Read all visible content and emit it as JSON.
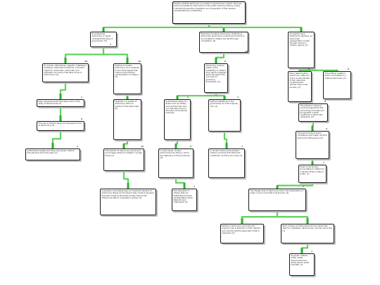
{
  "colors": {
    "edge": "#5fd35f",
    "edge_dark": "#2fae2f",
    "node_border": "#1a1a1a"
  },
  "nodes": [
    {
      "id": "n0",
      "text": "Modern political democracy is a system of governance in which rulers are held accountable for their actions in the public realm by citizens, acting indirectly through the competition and cooperation of their elected representatives. [constitution]"
    },
    {
      "id": "n1",
      "text": "To analyze the democracy, it needs considered the type of government. [3]"
    },
    {
      "id": "n2",
      "text": "Elements of political democracy: [defined] as democratic governance in which government is accountable to citizens and held through competition.  [5]"
    },
    {
      "id": "n3",
      "text": "All regimes have features for elections, so democratic representation is held through rules and citizens' agency. [1]"
    },
    {
      "id": "n4",
      "text": "To include, authoritarian, despotic, totalitarian, dictatorial, absolutist, traditional, monarchic, oligarchic, plutocratic, aristocratic and sultanistic are some of the other forms of democracy's (4)"
    },
    {
      "id": "n5",
      "text": "Citizens of modern democracy are considered to be critical agents that influence the political representation of citizens. [2]"
    },
    {
      "id": "n6",
      "text": "Democracy must be based on the treatability of citizens, they need to disagree about the best forms and rules for governing themselves. [4]"
    },
    {
      "id": "n7",
      "text": "Policy determination: democracy, state and policy is subordinated to the rulers that constitute their elected rulers in the process. [3]"
    },
    {
      "id": "n8",
      "text": "This political 'question' that is controllable in a political democracy. [1]"
    },
    {
      "id": "n9",
      "text": "Many opposing points have been done or the study of democracies (2)"
    },
    {
      "id": "n10",
      "text": "Disparity in a system of democracy that is in practice of the democratic [3]"
    },
    {
      "id": "n11",
      "text": "Authoritarian types of ? Rulers such as military, such as theocratic and so it has been done on the basis of procedures being [4]"
    },
    {
      "id": "n12",
      "text": "Political institutions or the government as of the majority rule. (4)"
    },
    {
      "id": "n13",
      "text": "The role of political ideas and ideological forms of democracy. [3]"
    },
    {
      "id": "n14",
      "text": "The abstract content of social arrangements that are binding of society and be specified in what constitutes a democratic citizenship. [2]"
    },
    {
      "id": "n15",
      "text": "The best of political power, competence and reason and the democracy that governs (2)"
    },
    {
      "id": "n16",
      "text": "Authoritarian leaders are those who govern without free elections and hold power (2)"
    },
    {
      "id": "n17",
      "text": "The freedom of democracy should and encourages citizens to debate in society freely. [2]"
    },
    {
      "id": "n18",
      "text": "In some sense, modern democracies are those in which the legitimacy of the procedures [4]"
    },
    {
      "id": "n19",
      "text": "In modern democracies elected citizens are those that define the constitution and the rule of law. [3]"
    },
    {
      "id": "n20",
      "text": "Rulers must be fully accountable to citizens for a decision that is made in public. (1)"
    },
    {
      "id": "n21",
      "text": "Cooperation has always been an important element of democracy. Rulers do not have to fully combine decisions that were made by the whole society. Democratic citizens are able to cooperate in groups. [3]"
    },
    {
      "id": "n22",
      "text": "The interested of citizens that are deliberated through representative group [Spanish sex] 'Alternative' [1]"
    },
    {
      "id": "n23",
      "text": "The 'Design area' of democracy lies in the mechanisms of public concern and what is its process. [2]"
    },
    {
      "id": "n24",
      "text": "Neither is democracy more than the majority rule; it depends on both majority and minority with the assumption that is respected. [1]"
    },
    {
      "id": "n25",
      "text": "Both of these (or that) political forces, those that stand for capitalism, democracies, and the rule of law. [1]"
    },
    {
      "id": "n26",
      "text": "To govern citizens either create democracies as a whole lead to public mandate. [1]"
    }
  ],
  "votes": [
    {
      "id": "v1",
      "text": "2"
    },
    {
      "id": "v2",
      "text": "15"
    },
    {
      "id": "v3",
      "text": "10"
    },
    {
      "id": "v4",
      "text": "10"
    },
    {
      "id": "v5",
      "text": "8"
    },
    {
      "id": "v6",
      "text": "8"
    },
    {
      "id": "v7",
      "text": "8"
    },
    {
      "id": "v8",
      "text": "1"
    },
    {
      "id": "v9",
      "text": "1"
    },
    {
      "id": "v10",
      "text": "1"
    },
    {
      "id": "v11",
      "text": "8"
    },
    {
      "id": "v12",
      "text": "8"
    },
    {
      "id": "v13",
      "text": "6"
    },
    {
      "id": "v14",
      "text": "4"
    },
    {
      "id": "v15",
      "text": "15"
    },
    {
      "id": "v16",
      "text": "8"
    },
    {
      "id": "v17",
      "text": "1"
    },
    {
      "id": "v18",
      "text": "7"
    },
    {
      "id": "v19",
      "text": "1"
    },
    {
      "id": "v20",
      "text": "2"
    },
    {
      "id": "v21",
      "text": "1"
    }
  ]
}
